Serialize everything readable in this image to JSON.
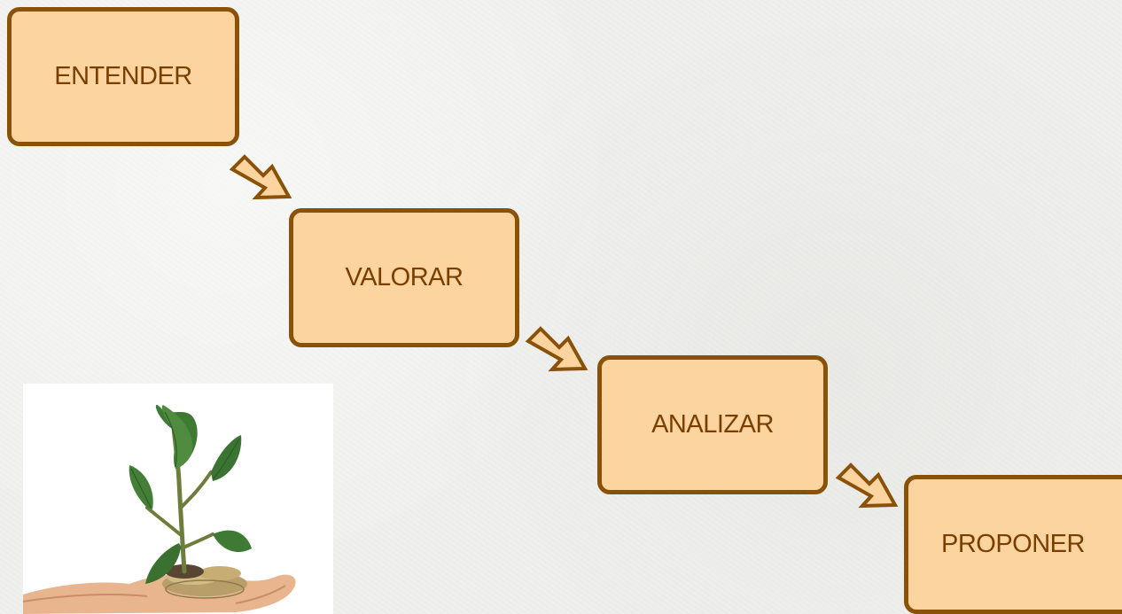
{
  "steps": [
    {
      "label": "ENTENDER"
    },
    {
      "label": "VALORAR"
    },
    {
      "label": "ANALIZAR"
    },
    {
      "label": "PROPONER"
    }
  ],
  "arrows": [
    {
      "from": "ENTENDER",
      "to": "VALORAR"
    },
    {
      "from": "VALORAR",
      "to": "ANALIZAR"
    },
    {
      "from": "ANALIZAR",
      "to": "PROPONER"
    }
  ],
  "image": {
    "subject": "plant-sprout-on-coins-in-hand"
  },
  "colors": {
    "box_fill": "#fcd4a0",
    "box_border": "#8a5208",
    "text": "#7a3f00",
    "arrow_fill": "#fcd4a0",
    "arrow_stroke": "#8a5208"
  }
}
